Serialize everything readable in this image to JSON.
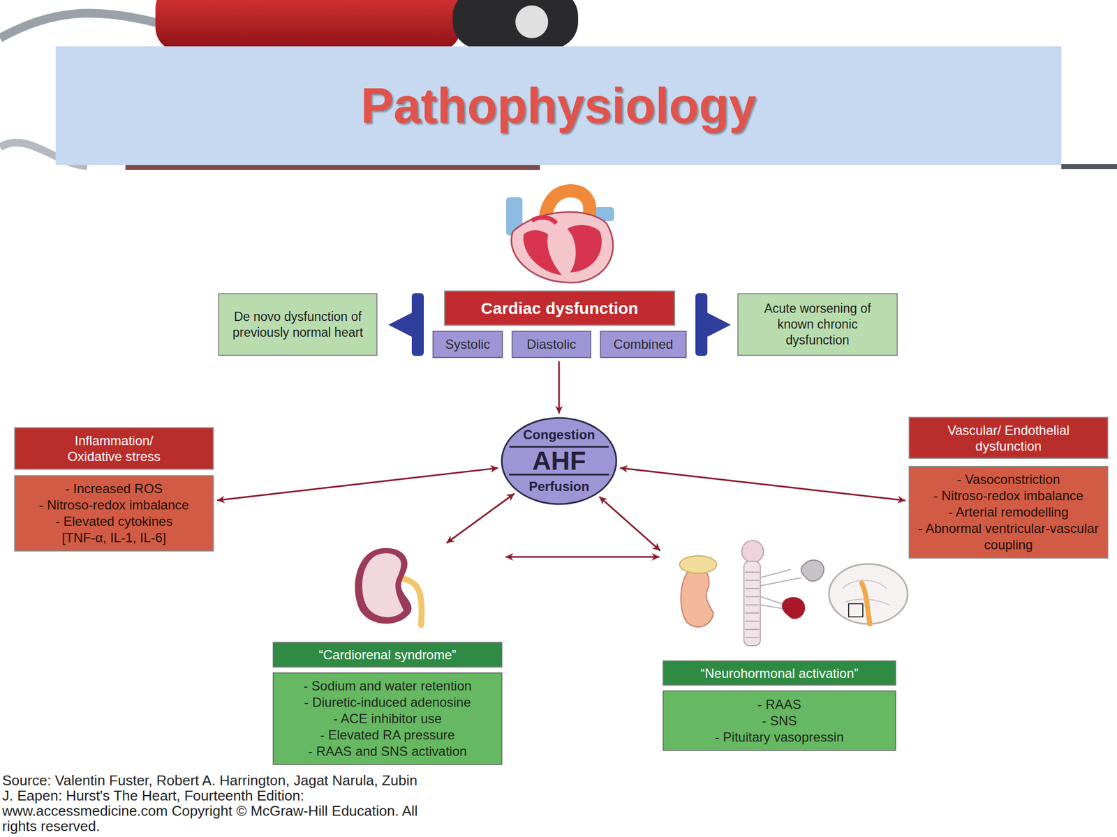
{
  "diagram": {
    "title": "Pathophysiology",
    "nodes": [
      {
        "text": [
          "De novo dysfunction of previously normal heart"
        ]
      },
      {
        "text": [
          "Cardiac dysfunction"
        ]
      },
      {
        "text": [
          "Acute worsening of known chronic dysfunction"
        ]
      },
      {
        "text": [
          "Systolic"
        ]
      },
      {
        "text": [
          "Diastolic"
        ]
      },
      {
        "text": [
          "Combined"
        ]
      },
      {
        "text": [
          "Inflammation/ Oxidative stress",
          "- Increased ROS",
          "- Nitroso-redox imbalance",
          "- Elevated cytokines [TNF-α, IL-1, IL-6]"
        ]
      },
      {
        "text": [
          "Congestion",
          "AHF",
          "Perfusion"
        ]
      },
      {
        "text": [
          "Vascular/ Endothelial dysfunction",
          "- Vasoconstriction",
          "- Nitroso-redox imbalance",
          "- Arterial remodelling",
          "- Abnormal ventricular-vascular coupling"
        ]
      },
      {
        "text": [
          "“Cardiorenal syndrome”",
          "- Sodium and water retention",
          "- Diuretic-induced adenosine",
          "- ACE inhibitor use",
          "- Elevated RA pressure",
          "- RAAS and SNS activation"
        ]
      },
      {
        "text": [
          "“Neurohormonal activation”",
          "- RAAS",
          "- SNS",
          "- Pituitary vasopressin"
        ]
      }
    ],
    "edges": [
      {
        "from": 4,
        "to": 7,
        "arrow": "to"
      },
      {
        "from": 6,
        "to": 7,
        "arrow": "both"
      },
      {
        "from": 7,
        "to": 8,
        "arrow": "both"
      },
      {
        "from": 7,
        "to": 9,
        "arrow": "both"
      },
      {
        "from": 7,
        "to": 10,
        "arrow": "both"
      },
      {
        "from": 9,
        "to": 10,
        "arrow": "both"
      }
    ],
    "labels": [
      "Source: Valentin Fuster, Robert A. Harrington, Jagat Narula, Zubin J. Eapen: Hurst's The Heart, Fourteenth Edition: www.accessmedicine.com Copyright © McGraw-Hill Education. All rights reserved."
    ]
  }
}
